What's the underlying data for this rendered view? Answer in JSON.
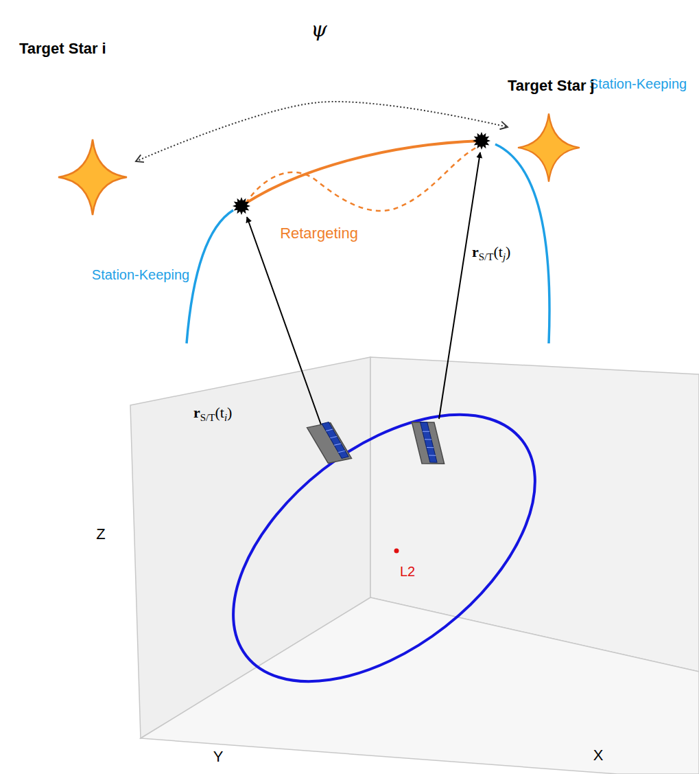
{
  "diagram": {
    "nodes": [
      {
        "text": [
          "Target Star i"
        ]
      },
      {
        "text": [
          "Target Star j"
        ]
      }
    ],
    "edges": [
      {
        "from": 0,
        "to": 1,
        "arrow": "both",
        "label": "ψ"
      }
    ],
    "labels": [
      "Retargeting",
      "Station-Keeping",
      "Station-Keeping",
      "r",
      "S/T",
      "(t",
      "i",
      ")",
      "r",
      "S/T",
      "(t",
      "j",
      ")",
      "Z",
      "Y",
      "X",
      "L2"
    ]
  }
}
